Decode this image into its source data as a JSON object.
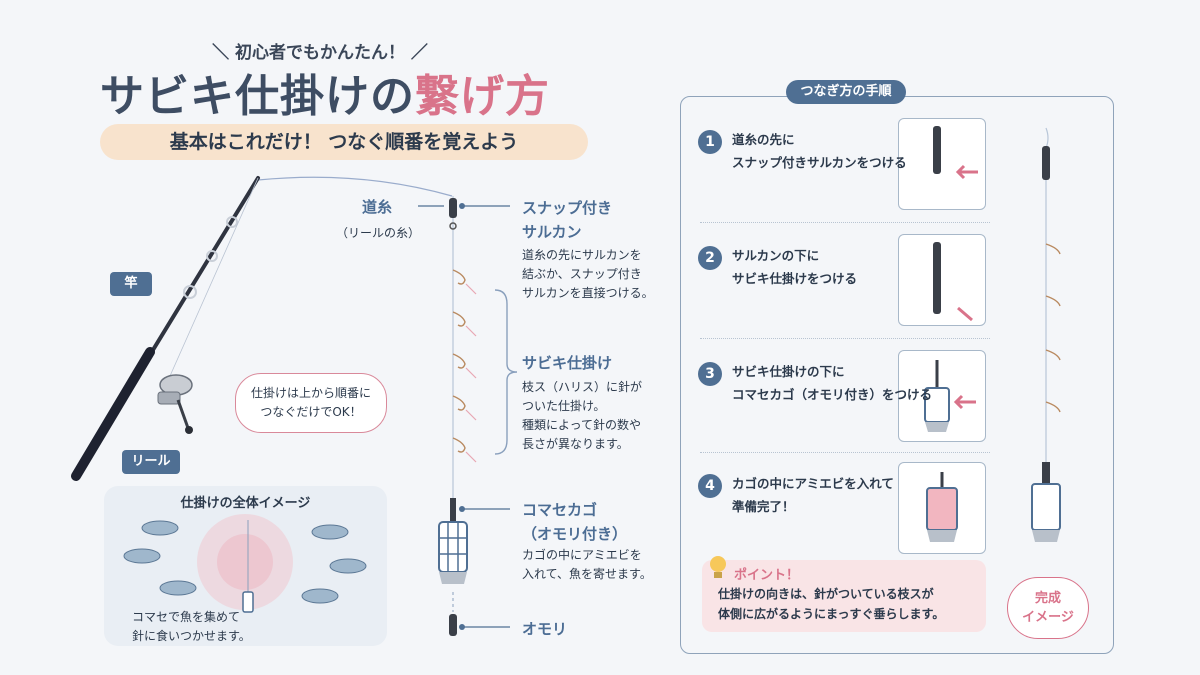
{
  "header": {
    "subtitle": "＼ 初心者でもかんたん！ ／",
    "title_main": "サビキ仕掛けの",
    "title_accent": "繋げ方",
    "tagline": "基本はこれだけ！ つなぐ順番を覚えよう"
  },
  "diagram": {
    "rod_label": "竿",
    "reel_label": "リール",
    "line_label": "道糸",
    "line_sub": "（リールの糸）",
    "snap_label_1": "スナップ付き",
    "snap_label_2": "サルカン",
    "snap_desc": [
      "道糸の先にサルカンを",
      "結ぶか、スナップ付き",
      "サルカンを直接つける。"
    ],
    "sabiki_label": "サビキ仕掛け",
    "sabiki_desc": [
      "枝ス（ハリス）に針が",
      "ついた仕掛け。",
      "種類によって針の数や",
      "長さが異なります。"
    ],
    "basket_label_1": "コマセカゴ",
    "basket_label_2": "（オモリ付き）",
    "basket_desc": [
      "カゴの中にアミエビを",
      "入れて、魚を寄せます。"
    ],
    "sinker_label": "オモリ",
    "bubble_text": [
      "仕掛けは上から順番に",
      "つなぐだけでOK！"
    ]
  },
  "overview": {
    "title": "仕掛けの全体イメージ",
    "caption": [
      "コマセで魚を集めて",
      "針に食いつかせます。"
    ]
  },
  "steps": {
    "header": "つなぎ方の手順",
    "items": [
      {
        "num": "1",
        "lines": [
          "道糸の先に",
          "スナップ付きサルカンをつける"
        ]
      },
      {
        "num": "2",
        "lines": [
          "サルカンの下に",
          "サビキ仕掛けをつける"
        ]
      },
      {
        "num": "3",
        "lines": [
          "サビキ仕掛けの下に",
          "コマセカゴ（オモリ付き）をつける"
        ]
      },
      {
        "num": "4",
        "lines": [
          "カゴの中にアミエビを入れて",
          "準備完了！"
        ]
      }
    ],
    "point_title": "ポイント！",
    "point_text": [
      "仕掛けの向きは、針がついている枝スが",
      "体側に広がるようにまっすぐ垂らします。"
    ],
    "done_label": [
      "完成",
      "イメージ"
    ]
  },
  "colors": {
    "accent_pink": "#d9738a",
    "navy": "#4f6f93",
    "tagline_bg": "#f8e3cd"
  }
}
